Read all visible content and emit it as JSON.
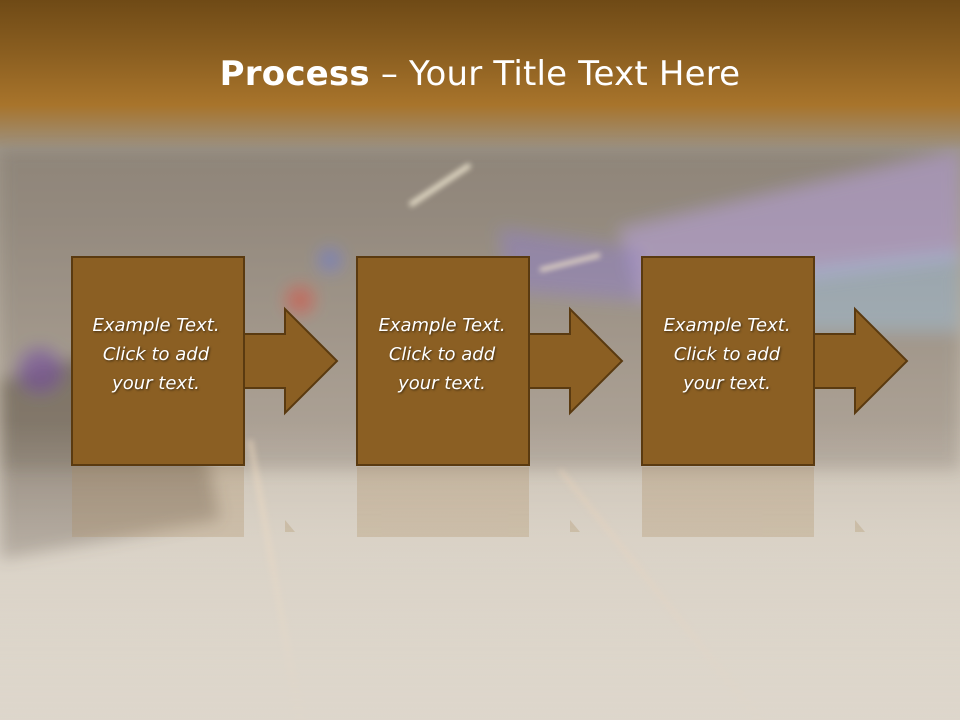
{
  "slide": {
    "title_bold": "Process",
    "title_dash": " – ",
    "title_rest": "Your Title Text Here"
  },
  "steps": [
    {
      "line1": "Example Text.",
      "line2": "Click  to add",
      "line3": "your text."
    },
    {
      "line1": "Example Text.",
      "line2": "Click  to add",
      "line3": "your text."
    },
    {
      "line1": "Example Text.",
      "line2": "Click  to add",
      "line3": "your text."
    }
  ],
  "colors": {
    "box_fill": "#8b5f23",
    "box_stroke": "#5a3a10",
    "title_bar": "#8a5e20",
    "text": "#ffffff"
  }
}
